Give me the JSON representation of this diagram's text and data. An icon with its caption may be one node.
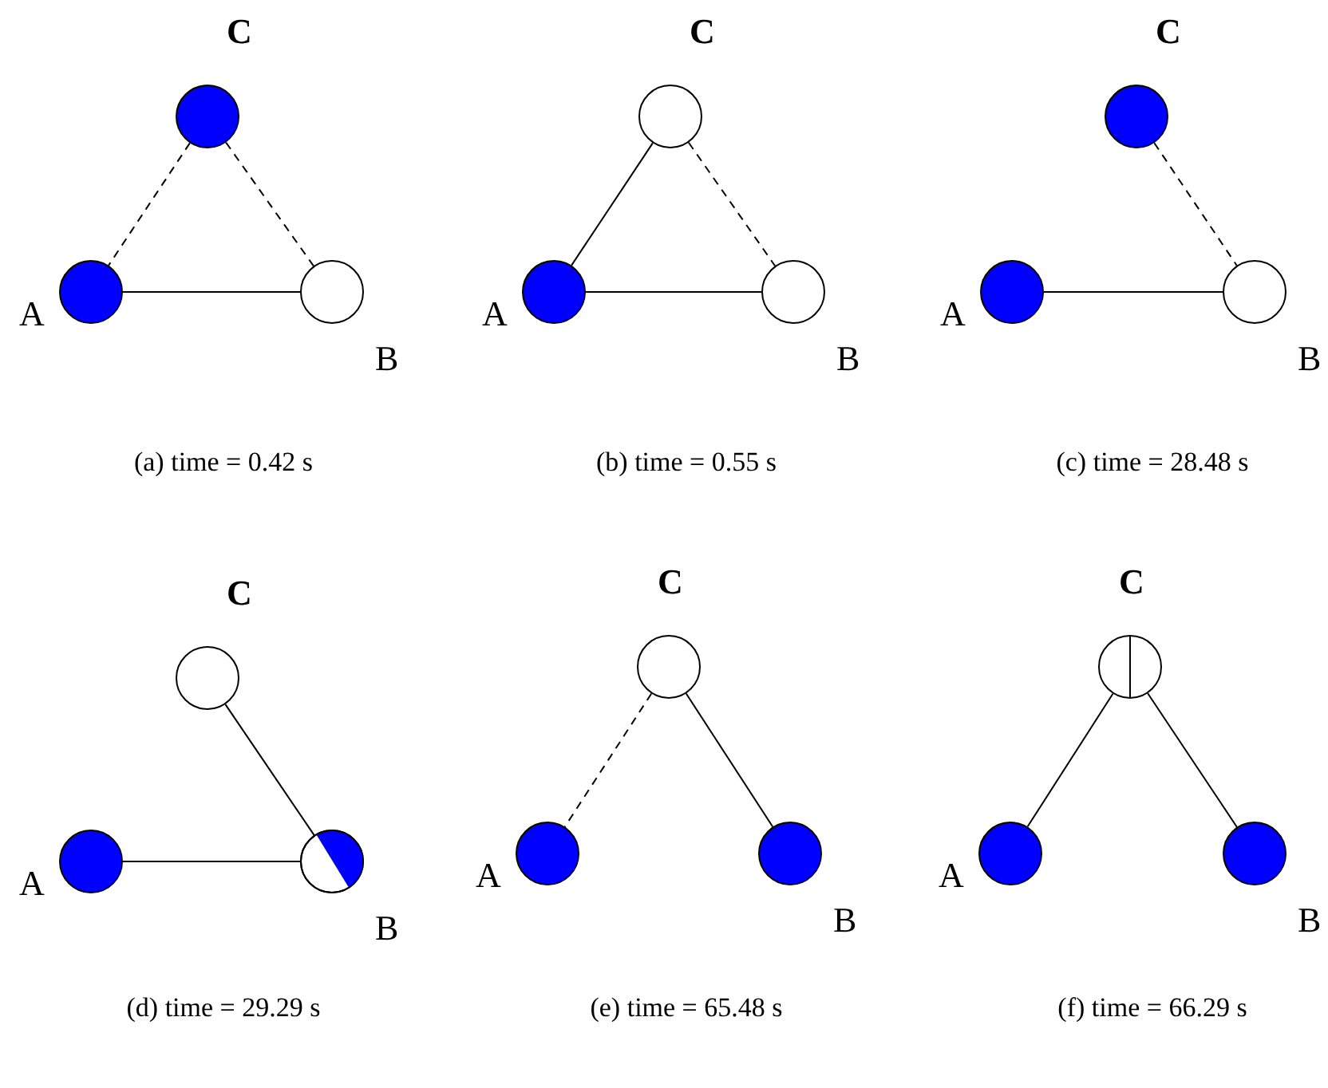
{
  "diagram": {
    "nodes": [
      {
        "text": [],
        "shape": "circle",
        "beside": [
          "C"
        ]
      },
      {
        "text": [],
        "shape": "circle",
        "beside": [
          "A"
        ]
      },
      {
        "text": [],
        "shape": "circle",
        "beside": [
          "B"
        ]
      },
      {
        "text": [],
        "shape": "circle",
        "beside": [
          "C"
        ]
      },
      {
        "text": [],
        "shape": "circle",
        "beside": [
          "A"
        ]
      },
      {
        "text": [],
        "shape": "circle",
        "beside": [
          "B"
        ]
      },
      {
        "text": [],
        "shape": "circle",
        "beside": [
          "C"
        ]
      },
      {
        "text": [],
        "shape": "circle",
        "beside": [
          "A"
        ]
      },
      {
        "text": [],
        "shape": "circle",
        "beside": [
          "B"
        ]
      },
      {
        "text": [],
        "shape": "circle",
        "beside": [
          "C"
        ]
      },
      {
        "text": [],
        "shape": "circle",
        "beside": [
          "A"
        ]
      },
      {
        "text": [],
        "shape": "circle",
        "beside": [
          "B"
        ]
      },
      {
        "text": [],
        "shape": "circle",
        "beside": [
          "C"
        ]
      },
      {
        "text": [],
        "shape": "circle",
        "beside": [
          "A"
        ]
      },
      {
        "text": [],
        "shape": "circle",
        "beside": [
          "B"
        ]
      },
      {
        "text": [],
        "shape": "circle",
        "beside": [
          "C"
        ]
      },
      {
        "text": [],
        "shape": "circle",
        "beside": [
          "A"
        ]
      },
      {
        "text": [],
        "shape": "circle",
        "beside": [
          "B"
        ]
      }
    ],
    "edges": [
      {
        "from": 0,
        "to": 1,
        "arrow": "none",
        "style": "dashed"
      },
      {
        "from": 0,
        "to": 2,
        "arrow": "none",
        "style": "dashed"
      },
      {
        "from": 1,
        "to": 2,
        "arrow": "none"
      },
      {
        "from": 3,
        "to": 4,
        "arrow": "none"
      },
      {
        "from": 3,
        "to": 5,
        "arrow": "none",
        "style": "dashed"
      },
      {
        "from": 4,
        "to": 5,
        "arrow": "none"
      },
      {
        "from": 6,
        "to": 8,
        "arrow": "none",
        "style": "dashed"
      },
      {
        "from": 7,
        "to": 8,
        "arrow": "none"
      },
      {
        "from": 9,
        "to": 11,
        "arrow": "none"
      },
      {
        "from": 10,
        "to": 11,
        "arrow": "none"
      },
      {
        "from": 12,
        "to": 13,
        "arrow": "none",
        "style": "dashed"
      },
      {
        "from": 12,
        "to": 14,
        "arrow": "none"
      },
      {
        "from": 15,
        "to": 16,
        "arrow": "none"
      },
      {
        "from": 15,
        "to": 17,
        "arrow": "none"
      }
    ],
    "labels": [
      "(a) time = 0.42 s",
      "(b) time = 0.55 s",
      "(c) time = 28.48 s",
      "(d) time = 29.29 s",
      "(e) time = 65.48 s",
      "(f) time = 66.29 s"
    ]
  }
}
